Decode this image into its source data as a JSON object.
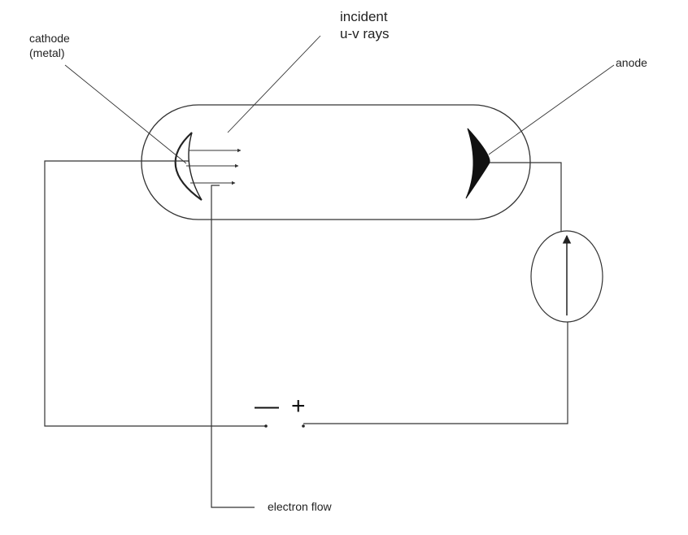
{
  "labels": {
    "cathode_line1": "cathode",
    "cathode_line2": "(metal)",
    "incident_line1": "incident",
    "incident_line2": "u-v rays",
    "anode": "anode",
    "electron_flow": "electron flow"
  },
  "battery": {
    "negative_symbol": "—",
    "positive_symbol": "+"
  },
  "colors": {
    "line": "#333333",
    "text": "#222222",
    "anode_fill": "#111111"
  }
}
